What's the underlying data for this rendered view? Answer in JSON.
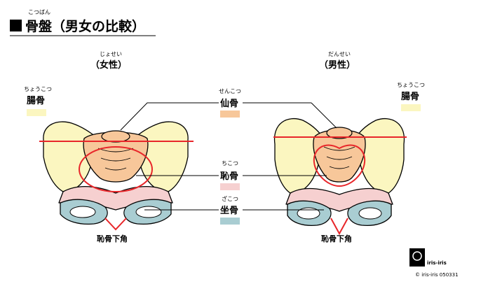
{
  "title": {
    "ruby": "こつばん",
    "text": "骨盤（男女の比較）"
  },
  "female": {
    "ruby": "じょせい",
    "label": "（女性）"
  },
  "male": {
    "ruby": "だんせい",
    "label": "（男性）"
  },
  "bones": {
    "ilium_left": {
      "ruby": "ちょうこつ",
      "name": "腸骨"
    },
    "ilium_right": {
      "ruby": "ちょうこつ",
      "name": "腸骨"
    },
    "sacrum": {
      "ruby": "せんこつ",
      "name": "仙骨"
    },
    "pubis": {
      "ruby": "ちこつ",
      "name": "恥骨"
    },
    "ischium": {
      "ruby": "ざこつ",
      "name": "坐骨"
    }
  },
  "subpubic_angle": {
    "female": "恥骨下角",
    "male": "恥骨下角"
  },
  "colors": {
    "ilium": "#fbf6c0",
    "sacrum": "#f7c79a",
    "pubis": "#f6d0d0",
    "ischium": "#a9cdd2",
    "marker": "#e8262a"
  },
  "credit": {
    "logo": "iris-iris",
    "text": "© iris-iris 050331"
  }
}
